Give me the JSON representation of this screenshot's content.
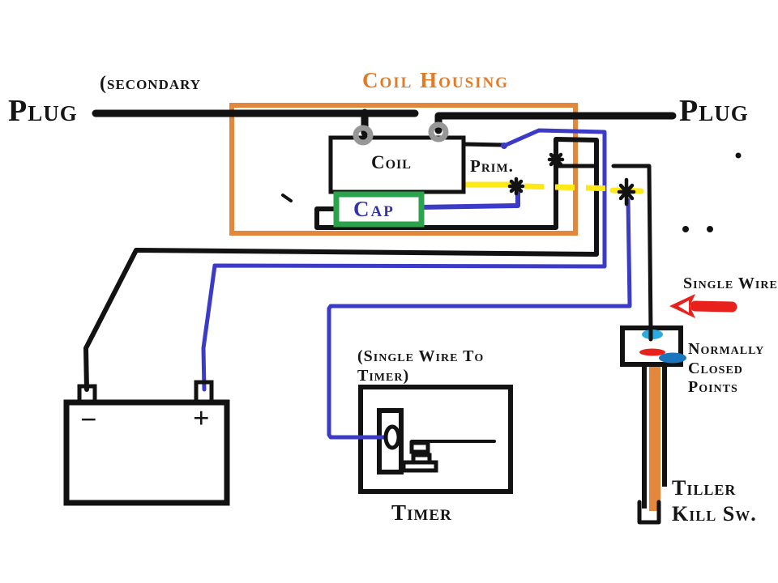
{
  "background": "#ffffff",
  "labels": {
    "plug_left": "Plug",
    "secondary": "(secondary",
    "coil_housing": "Coil Housing",
    "plug_right": "Plug",
    "coil": "Coil",
    "prim": "Prim.",
    "cap": "Cap",
    "single_wire": "Single Wire",
    "normally": "Normally",
    "closed": "Closed",
    "points": "Points",
    "tiller": "Tiller",
    "kill_sw": "Kill Sw.",
    "single_wire_to_timer_line1": "(Single Wire To",
    "single_wire_to_timer_line2": "Timer)",
    "timer": "Timer",
    "battery_negative": "−",
    "battery_positive": "+"
  },
  "colors": {
    "background": "#ffffff",
    "wire_black": "#121212",
    "wire_blue": "#3b3bc8",
    "wire_yellow": "#ffe817",
    "housing_orange": "#e2873b",
    "cap_green": "#2ba24c",
    "arrow_red": "#e8211c",
    "terminal_gray": "#979797",
    "contact_cyan": "#2baae2",
    "contact_dark_blue": "#1b75bc",
    "label_orange": "#e07b28",
    "label_blue": "#3333aa"
  }
}
